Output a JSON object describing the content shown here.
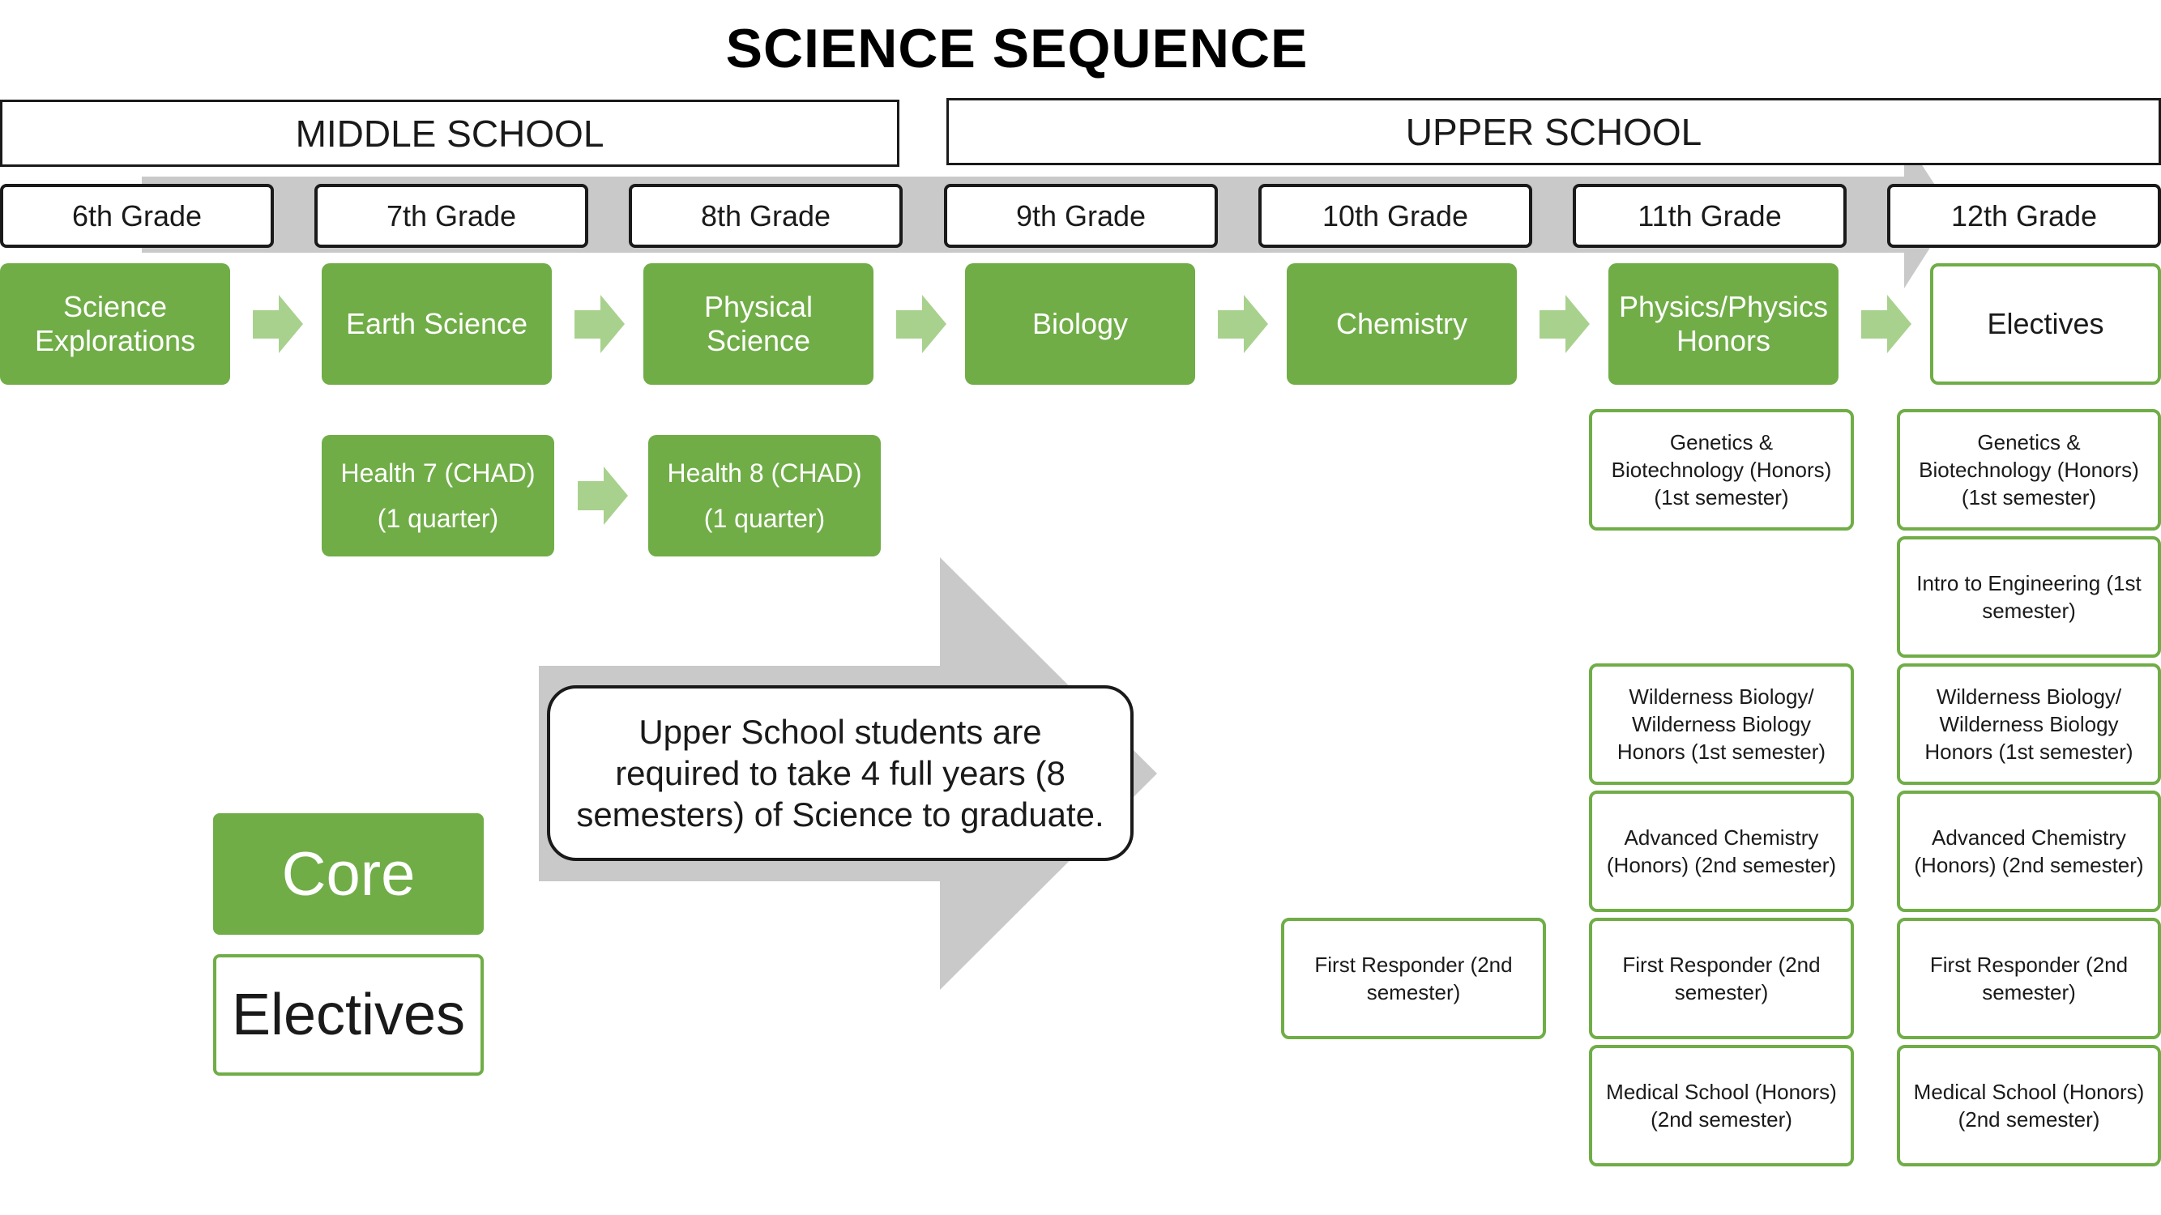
{
  "title": "SCIENCE SEQUENCE",
  "divisions": {
    "middle": "MIDDLE SCHOOL",
    "upper": "UPPER SCHOOL"
  },
  "grades": [
    "6th Grade",
    "7th Grade",
    "8th Grade",
    "9th Grade",
    "10th Grade",
    "11th Grade",
    "12th Grade"
  ],
  "core_courses": [
    "Science Explorations",
    "Earth Science",
    "Physical Science",
    "Biology",
    "Chemistry",
    "Physics/Physics Honors"
  ],
  "grade12_main": "Electives",
  "health": [
    {
      "name": "Health 7 (CHAD)",
      "duration": "(1 quarter)"
    },
    {
      "name": "Health 8 (CHAD)",
      "duration": "(1 quarter)"
    }
  ],
  "electives": {
    "genetics": "Genetics & Biotechnology (Honors) (1st semester)",
    "engineering": "Intro to Engineering (1st semester)",
    "wilderness": "Wilderness Biology/ Wilderness Biology Honors (1st semester)",
    "adv_chem": "Advanced Chemistry (Honors) (2nd semester)",
    "first_responder": "First Responder (2nd semester)",
    "medical": "Medical School (Honors) (2nd semester)"
  },
  "note": "Upper School students are required to take 4 full years (8 semesters) of Science to graduate.",
  "legend": {
    "core": "Core",
    "electives": "Electives"
  },
  "colors": {
    "core_green": "#70ad47",
    "arrow_light_green": "#a9d18e",
    "arrow_gray": "#c9c9c9"
  }
}
